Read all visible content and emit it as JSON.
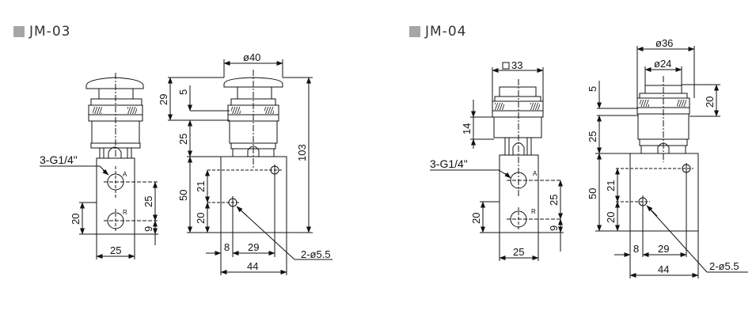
{
  "models": [
    {
      "name": "JM-03",
      "marker_color": "#a6a6a6",
      "side_view": {
        "port_label": "3-G1/4\"",
        "port_a": "A",
        "port_r": "R",
        "dim_top": "29",
        "dim_port_spacing": "25",
        "dim_bottom_port": "9",
        "dim_side_height": "20",
        "dim_width": "25"
      },
      "front_view": {
        "dim_diameter": "ø40",
        "dim_cap": "5",
        "dim_head": "29",
        "dim_neck": "25",
        "dim_body": "50",
        "dim_total": "103",
        "dim_hole_v1": "21",
        "dim_hole_v2": "20",
        "dim_hole_h1": "8",
        "dim_hole_h2": "29",
        "dim_width": "44",
        "hole_label": "2-ø5.5"
      }
    },
    {
      "name": "JM-04",
      "marker_color": "#a6a6a6",
      "side_view": {
        "dim_square": "33",
        "port_label": "3-G1/4\"",
        "port_a": "A",
        "port_r": "R",
        "dim_collar": "14",
        "dim_port_spacing": "25",
        "dim_bottom_port": "9",
        "dim_side_height": "20",
        "dim_width": "25"
      },
      "front_view": {
        "dim_outer_diameter": "ø36",
        "dim_inner_diameter": "ø24",
        "dim_cap": "5",
        "dim_head": "20",
        "dim_neck": "25",
        "dim_body": "50",
        "dim_hole_v1": "21",
        "dim_hole_v2": "20",
        "dim_hole_h1": "8",
        "dim_hole_h2": "29",
        "dim_width": "44",
        "hole_label": "2-ø5.5"
      }
    }
  ]
}
